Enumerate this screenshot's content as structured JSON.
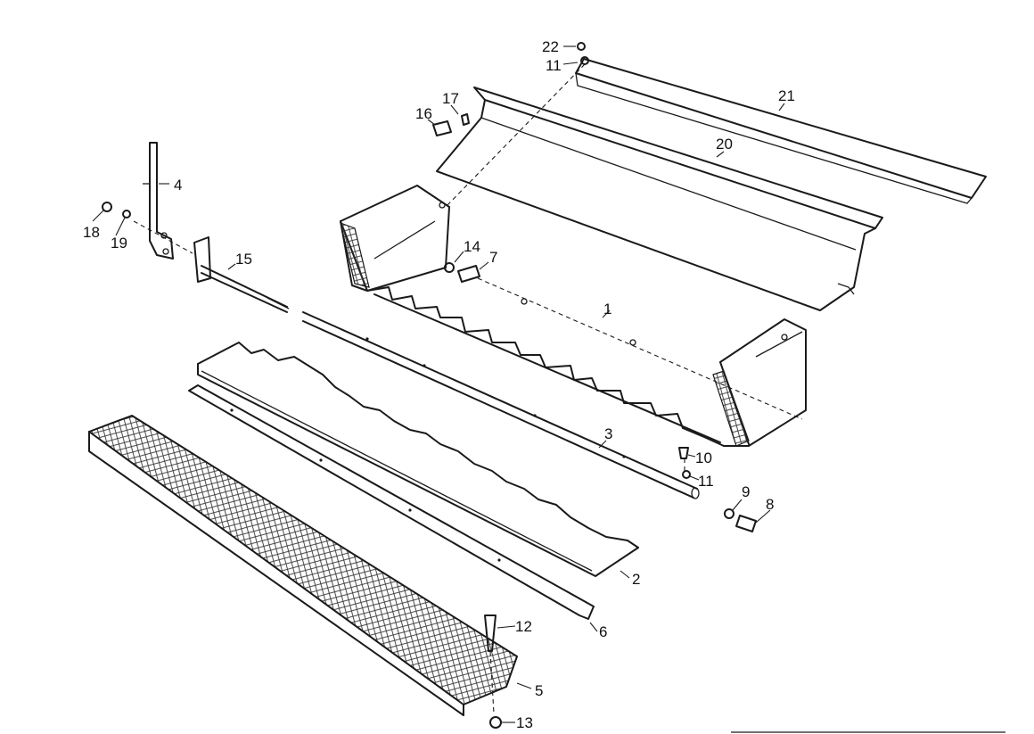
{
  "diagram": {
    "parts": [
      {
        "id": "p1",
        "label": "1"
      },
      {
        "id": "p2",
        "label": "2"
      },
      {
        "id": "p3",
        "label": "3"
      },
      {
        "id": "p4",
        "label": "4"
      },
      {
        "id": "p5",
        "label": "5"
      },
      {
        "id": "p6",
        "label": "6"
      },
      {
        "id": "p7",
        "label": "7"
      },
      {
        "id": "p8",
        "label": "8"
      },
      {
        "id": "p9",
        "label": "9"
      },
      {
        "id": "p10",
        "label": "10"
      },
      {
        "id": "p11a",
        "label": "11"
      },
      {
        "id": "p11b",
        "label": "11"
      },
      {
        "id": "p12",
        "label": "12"
      },
      {
        "id": "p13",
        "label": "13"
      },
      {
        "id": "p14",
        "label": "14"
      },
      {
        "id": "p15",
        "label": "15"
      },
      {
        "id": "p16",
        "label": "16"
      },
      {
        "id": "p17",
        "label": "17"
      },
      {
        "id": "p18",
        "label": "18"
      },
      {
        "id": "p19",
        "label": "19"
      },
      {
        "id": "p20",
        "label": "20"
      },
      {
        "id": "p21",
        "label": "21"
      },
      {
        "id": "p22",
        "label": "22"
      }
    ]
  }
}
